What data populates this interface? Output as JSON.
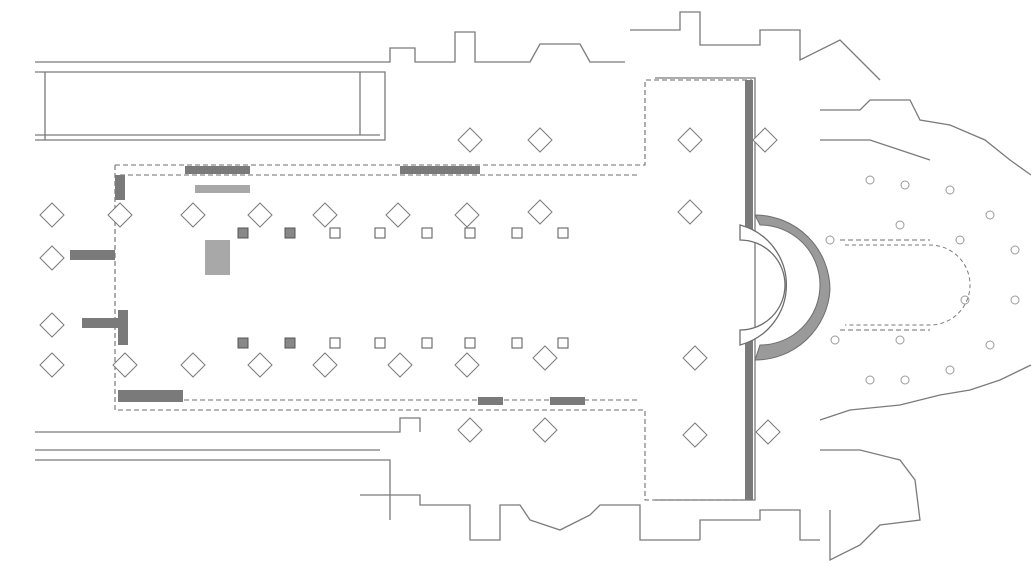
{
  "plan": {
    "colors": {
      "background": "#ffffff",
      "line": "#7a7a7a",
      "dark_fill": "#6e6e6e",
      "mid_fill": "#a8a8a8"
    },
    "elements": [
      "outer-walls",
      "nave-outline",
      "transept-outline",
      "piers",
      "column-bases",
      "apse",
      "chevet",
      "radiating-chapels"
    ]
  }
}
